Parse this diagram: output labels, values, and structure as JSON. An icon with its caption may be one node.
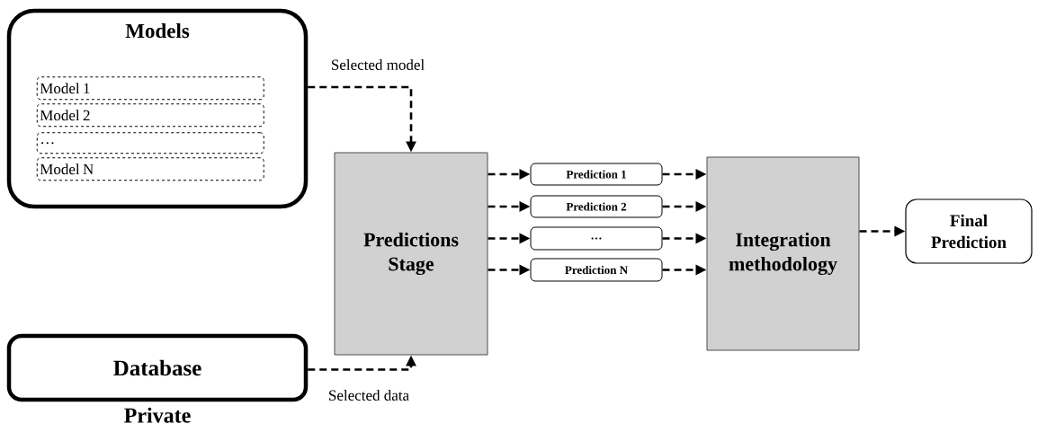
{
  "diagram": {
    "nodes": [
      {
        "text": [
          "Models"
        ]
      },
      {
        "text": [
          "Model 1"
        ],
        "in": 0
      },
      {
        "text": [
          "Model 2"
        ],
        "in": 0
      },
      {
        "text": [
          "…"
        ],
        "in": 0
      },
      {
        "text": [
          "Model N"
        ],
        "in": 0
      },
      {
        "text": [
          "Database"
        ],
        "beside": [
          "Private"
        ]
      },
      {
        "text": [
          "Predictions Stage"
        ]
      },
      {
        "text": [
          "Prediction 1"
        ]
      },
      {
        "text": [
          "Prediction 2"
        ]
      },
      {
        "text": [
          "…"
        ]
      },
      {
        "text": [
          "Prediction N"
        ]
      },
      {
        "text": [
          "Integration methodology"
        ]
      },
      {
        "text": [
          "Final Prediction"
        ]
      }
    ],
    "edges": [
      {
        "from": 0,
        "to": 6,
        "arrow": "to",
        "style": "dashed",
        "label": "Selected model"
      },
      {
        "from": 5,
        "to": 6,
        "arrow": "to",
        "style": "dashed",
        "label": "Selected data"
      },
      {
        "from": 6,
        "to": 7,
        "arrow": "to",
        "style": "dashed"
      },
      {
        "from": 6,
        "to": 8,
        "arrow": "to",
        "style": "dashed"
      },
      {
        "from": 6,
        "to": 9,
        "arrow": "to",
        "style": "dashed"
      },
      {
        "from": 6,
        "to": 10,
        "arrow": "to",
        "style": "dashed"
      },
      {
        "from": 7,
        "to": 11,
        "arrow": "to",
        "style": "dashed"
      },
      {
        "from": 8,
        "to": 11,
        "arrow": "to",
        "style": "dashed"
      },
      {
        "from": 9,
        "to": 11,
        "arrow": "to",
        "style": "dashed"
      },
      {
        "from": 10,
        "to": 11,
        "arrow": "to",
        "style": "dashed"
      },
      {
        "from": 11,
        "to": 12,
        "arrow": "to",
        "style": "dashed"
      }
    ]
  }
}
